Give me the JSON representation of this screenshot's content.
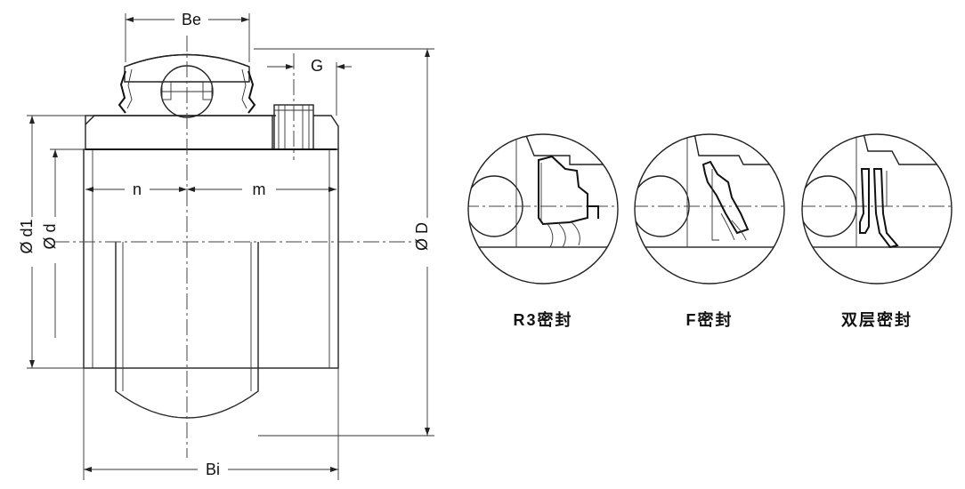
{
  "dimensions": {
    "be": "Be",
    "g": "G",
    "n": "n",
    "m": "m",
    "d1": "Ø d1",
    "d": "Ø d",
    "big_d": "Ø D",
    "bi": "Bi"
  },
  "seals": [
    {
      "caption": "R3密封"
    },
    {
      "caption": "F密封"
    },
    {
      "caption": "双层密封"
    }
  ]
}
